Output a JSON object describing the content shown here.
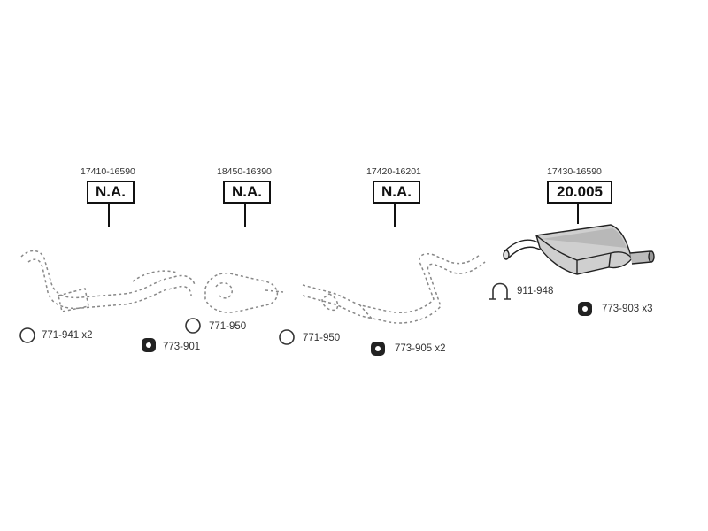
{
  "parts": [
    {
      "id": "front-pipe",
      "number": "17410-16590",
      "price": "N.A."
    },
    {
      "id": "catalyst",
      "number": "18450-16390",
      "price": "N.A."
    },
    {
      "id": "middle-pipe",
      "number": "17420-16201",
      "price": "N.A."
    },
    {
      "id": "rear-silencer",
      "number": "17430-16590",
      "price": "20.005"
    }
  ],
  "accessories": [
    {
      "id": "gasket-1",
      "code": "771-941 x2",
      "icon": "ring-gasket-icon"
    },
    {
      "id": "rubber-1",
      "code": "773-901",
      "icon": "rubber-mount-icon"
    },
    {
      "id": "gasket-2",
      "code": "771-950",
      "icon": "ring-gasket-icon"
    },
    {
      "id": "gasket-3",
      "code": "771-950",
      "icon": "ring-gasket-icon"
    },
    {
      "id": "rubber-2",
      "code": "773-905 x2",
      "icon": "rubber-mount-icon"
    },
    {
      "id": "clamp",
      "code": "911-948",
      "icon": "u-clamp-icon"
    },
    {
      "id": "rubber-3",
      "code": "773-903 x3",
      "icon": "rubber-mount-icon"
    }
  ]
}
